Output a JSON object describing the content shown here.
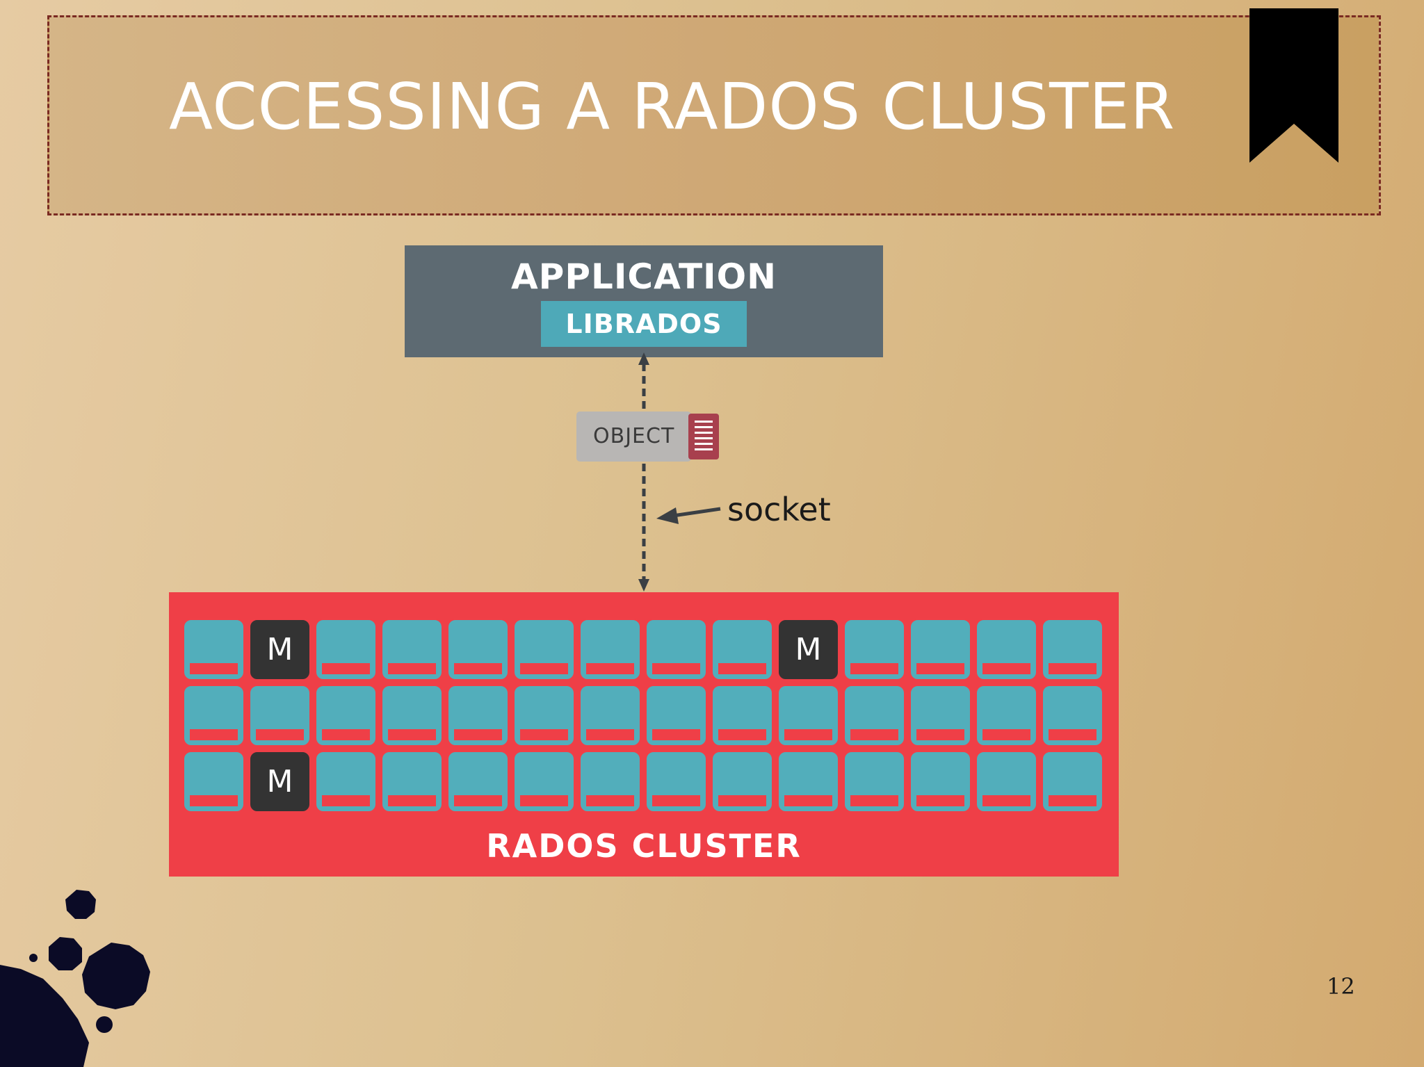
{
  "slide": {
    "title": "ACCESSING A RADOS CLUSTER",
    "page_number": "12"
  },
  "application": {
    "label": "APPLICATION",
    "library": "LIBRADOS"
  },
  "object": {
    "label": "OBJECT"
  },
  "connection": {
    "label": "socket"
  },
  "cluster": {
    "label": "RADOS CLUSTER",
    "columns": 14,
    "rows": 3,
    "monitor_label": "M",
    "monitor_positions": [
      [
        0,
        1
      ],
      [
        0,
        9
      ],
      [
        2,
        1
      ]
    ]
  },
  "colors": {
    "cluster": "#ef3f47",
    "disk": "#52aebb",
    "monitor": "#333333",
    "application": "#5d6a72",
    "librados": "#4ea9b8"
  }
}
